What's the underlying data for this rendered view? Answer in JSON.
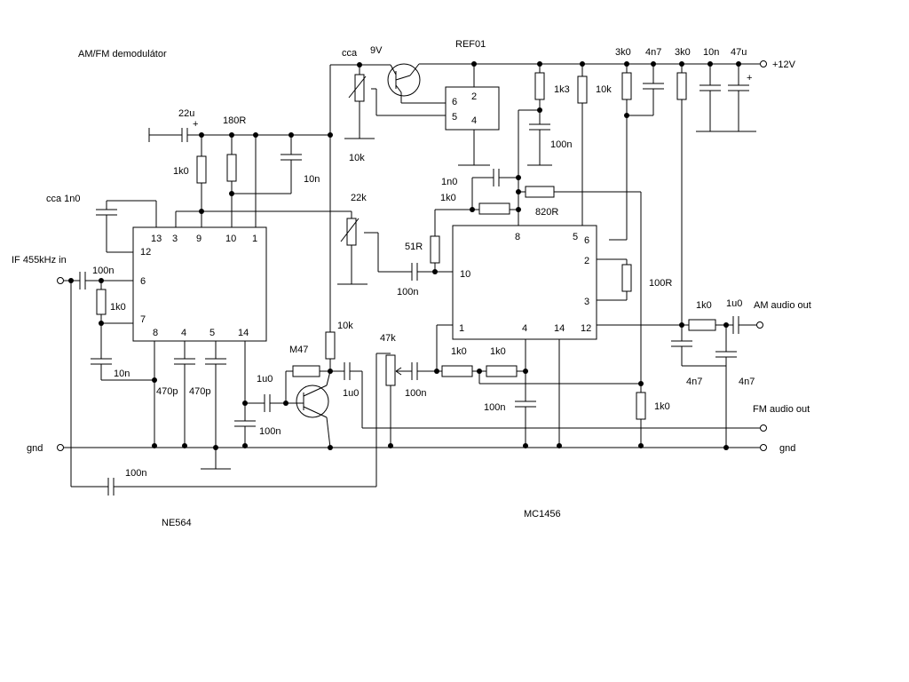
{
  "title": "AM/FM demodulátor",
  "ics": {
    "ne564": "NE564",
    "mc1456": "MC1456",
    "ref01": "REF01"
  },
  "ne564_pins": {
    "p13": "13",
    "p3": "3",
    "p9": "9",
    "p10": "10",
    "p1": "1",
    "p12": "12",
    "p6": "6",
    "p7": "7",
    "p8": "8",
    "p4": "4",
    "p5": "5",
    "p14": "14"
  },
  "mc1456_pins": {
    "p8": "8",
    "p5": "5",
    "p6": "6",
    "p2": "2",
    "p3": "3",
    "p10": "10",
    "p1": "1",
    "p4": "4",
    "p14": "14",
    "p12": "12"
  },
  "ref01_pins": {
    "p6": "6",
    "p5": "5",
    "p2": "2",
    "p4": "4"
  },
  "labels": {
    "cca": "cca",
    "v9": "9V",
    "c22u": "22u",
    "plus": "+",
    "r180": "180R",
    "r1k0_a": "1k0",
    "c10n_a": "10n",
    "cca1n0": "cca 1n0",
    "if_in": "IF 455kHz in",
    "c100n_a": "100n",
    "r1k0_b": "1k0",
    "c10n_b": "10n",
    "c470p_a": "470p",
    "c470p_b": "470p",
    "r10k_pot": "10k",
    "r22k": "22k",
    "r51": "51R",
    "c100n_b": "100n",
    "r1k0_c": "1k0",
    "c1n0": "1n0",
    "r820": "820R",
    "r1k3": "1k3",
    "r10k_a": "10k",
    "c100n_c": "100n",
    "r3k0_a": "3k0",
    "c4n7_a": "4n7",
    "r3k0_b": "3k0",
    "c10n_c": "10n",
    "c47u": "47u",
    "plus12": "+12V",
    "r100": "100R",
    "r10k_b": "10k",
    "m47": "M47",
    "c1u0_a": "1u0",
    "c1u0_b": "1u0",
    "c100n_d": "100n",
    "p47k": "47k",
    "c100n_e": "100n",
    "r1k0_d": "1k0",
    "r1k0_e": "1k0",
    "c100n_f": "100n",
    "r1k0_f": "1k0",
    "r1k0_g": "1k0",
    "c1u0_c": "1u0",
    "am_out": "AM audio out",
    "c4n7_b": "4n7",
    "c4n7_c": "4n7",
    "fm_out": "FM audio out",
    "gnd_a": "gnd",
    "gnd_b": "gnd",
    "c100n_g": "100n"
  }
}
